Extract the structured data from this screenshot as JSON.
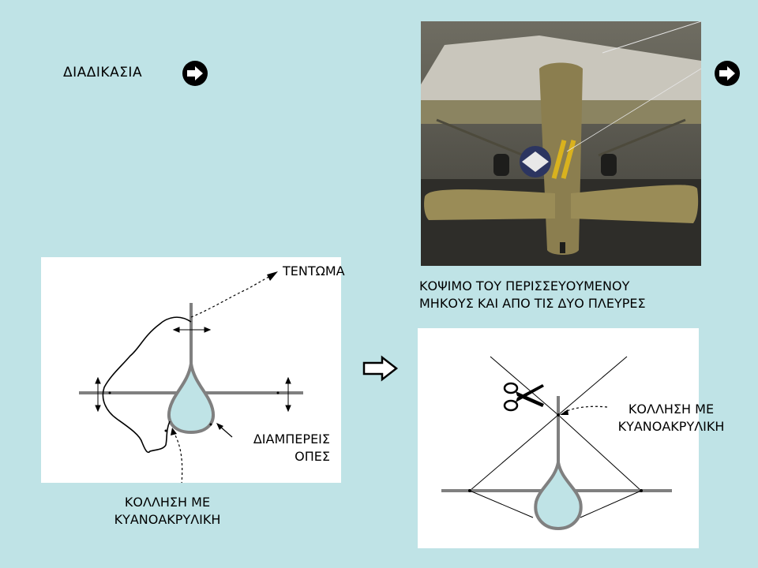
{
  "slide": {
    "title": "ΔΙΑΔΙΚΑΣΙΑ",
    "background_color": "#bfe3e6",
    "icons": [
      "circled-arrow-icon",
      "circled-arrow-icon",
      "outline-arrow-icon",
      "scissors-icon"
    ]
  },
  "left_diagram": {
    "label_tension": "ΤΕΝΤΩΜΑ",
    "label_holes_line1": "ΔΙΑΜΠΕΡΕΙΣ",
    "label_holes_line2": "ΟΠΕΣ",
    "label_glue_line1": "ΚΟΛΛΗΣΗ ΜΕ",
    "label_glue_line2": "ΚΥΑΝΟΑΚΡΥΛΙΚΗ"
  },
  "photo": {
    "caption_line1": "ΚΟΨΙΜΟ ΤΟΥ ΠΕΡΙΣΣΕΥΟΥΜΕΝΟΥ",
    "caption_line2": "ΜΗΚΟΥΣ ΚΑΙ ΑΠΟ ΤΙΣ ΔΥΟ ΠΛΕΥΡΕΣ"
  },
  "right_diagram": {
    "label_glue_line1": "ΚΟΛΛΗΣΗ ΜΕ",
    "label_glue_line2": "ΚΥΑΝΟΑΚΡΥΛΙΚΗ"
  }
}
